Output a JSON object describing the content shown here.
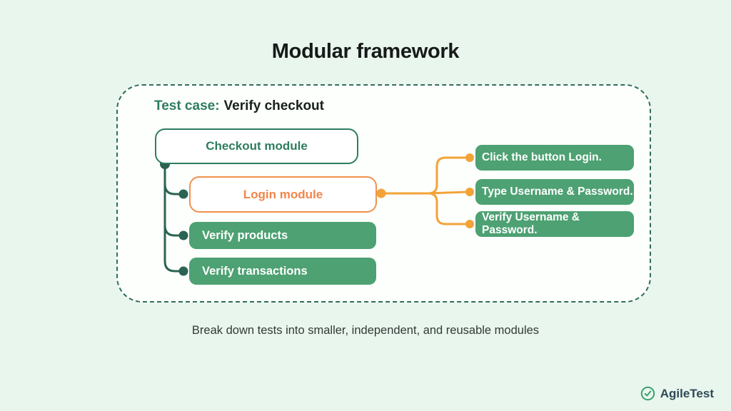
{
  "title": "Modular framework",
  "test_case": {
    "label": "Test case:",
    "value": "Verify checkout"
  },
  "modules": {
    "checkout": "Checkout module",
    "login": "Login module",
    "verify_products": "Verify products",
    "verify_transactions": "Verify transactions"
  },
  "steps": [
    "Click the button Login.",
    "Type Username  & Password.",
    "Verify Username & Password."
  ],
  "caption": "Break down tests into smaller, independent, and reusable modules",
  "brand": {
    "name": "AgileTest",
    "icon": "check-circle-icon"
  },
  "colors": {
    "page_background": "#e9f6ee",
    "panel_background": "#fdfffd",
    "panel_border_green": "#2f6f5a",
    "dark_green_connector": "#2b6353",
    "outline_green": "#2e7d5f",
    "fill_green": "#4da172",
    "orange_border": "#f0914c",
    "orange_connector": "#f2a338",
    "title_text": "#161a18",
    "caption_text": "#333a36",
    "brand_text": "#2e4a55",
    "brand_icon_green": "#3da06b"
  }
}
